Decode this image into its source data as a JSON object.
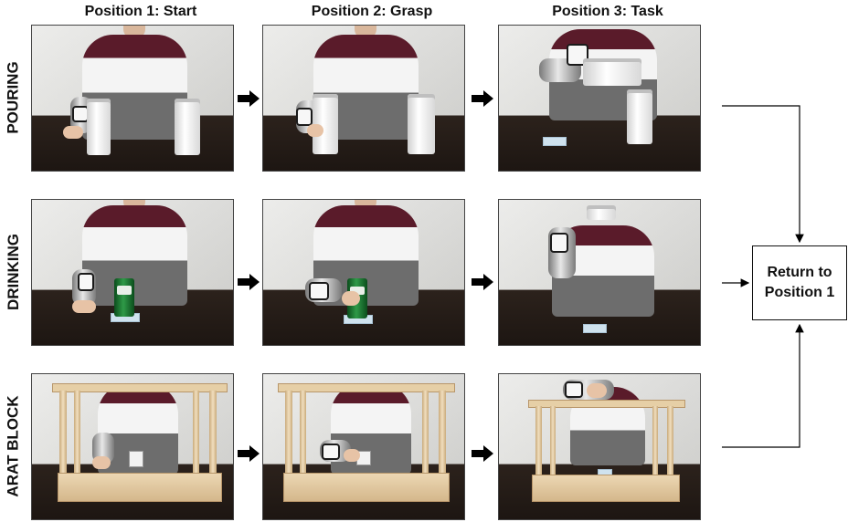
{
  "columns": [
    "Position 1: Start",
    "Position 2: Grasp",
    "Position 3: Task"
  ],
  "rows": [
    "POURING",
    "DRINKING",
    "ARAT BLOCK"
  ],
  "result_box": {
    "line1": "Return to",
    "line2": "Position 1"
  },
  "colors": {
    "text": "#111111",
    "sweater_top": "#5a1b2a",
    "table": "#2c221c",
    "can": "#2f9a48",
    "wood": "#e6cfa6"
  }
}
